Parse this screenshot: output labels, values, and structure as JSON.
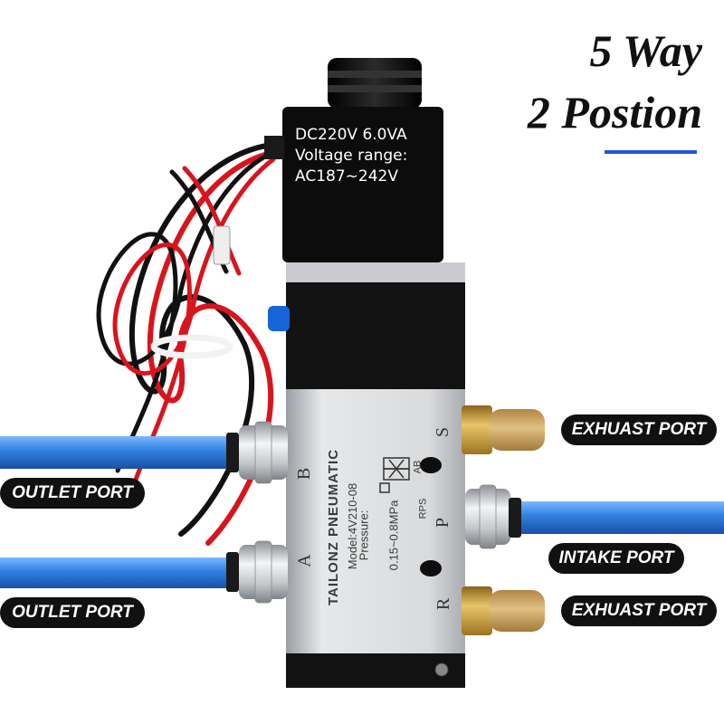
{
  "title": {
    "line1": "5 Way",
    "line2": "2 Postion",
    "accent_color": "#1f57d6"
  },
  "coil": {
    "line1": "DC220V 6.0VA",
    "line2": "Voltage range:",
    "line3": "AC187~242V"
  },
  "valve": {
    "brand": "TAILONZ PNEUMATIC",
    "model": "Model:4V210-08",
    "pressure_label": "Pressure:",
    "pressure_value": "0.15~0.8MPa",
    "symbol_top": "AB",
    "symbol_bottom": "RPS",
    "port_letters": {
      "b": "B",
      "a": "A",
      "s": "S",
      "p": "P",
      "r": "R"
    }
  },
  "callouts": {
    "outlet_upper": "OUTLET PORT",
    "outlet_lower": "OUTLET PORT",
    "exhaust_upper": "EXHUAST PORT",
    "intake": "INTAKE PORT",
    "exhaust_lower": "EXHUAST PORT"
  },
  "colors": {
    "tube": "#2f7fe0",
    "coil": "#111111",
    "body": "#d4d6d8",
    "muffler": "#c9a062",
    "brass": "#c59a3c"
  }
}
